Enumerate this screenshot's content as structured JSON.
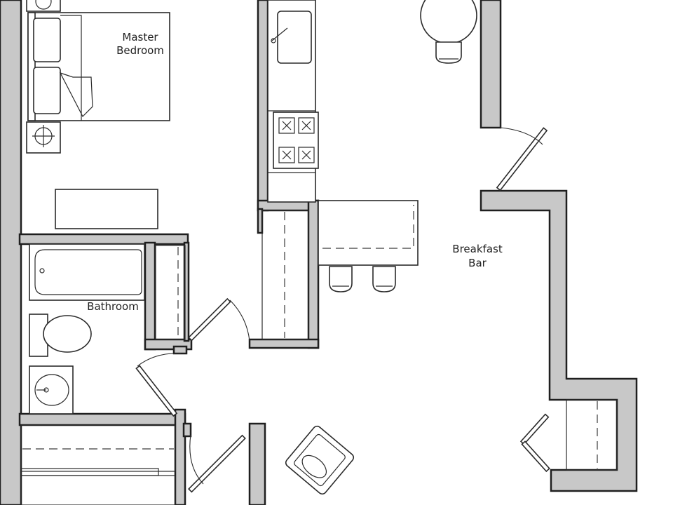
{
  "rooms": {
    "master_bedroom": {
      "line1": "Master",
      "line2": "Bedroom"
    },
    "bathroom": {
      "label": "Bathroom"
    },
    "breakfast_bar": {
      "line1": "Breakfast",
      "line2": "Bar"
    }
  },
  "colors": {
    "wall_fill": "#c8c8c8",
    "line": "#1f1f1f",
    "background": "#ffffff"
  }
}
